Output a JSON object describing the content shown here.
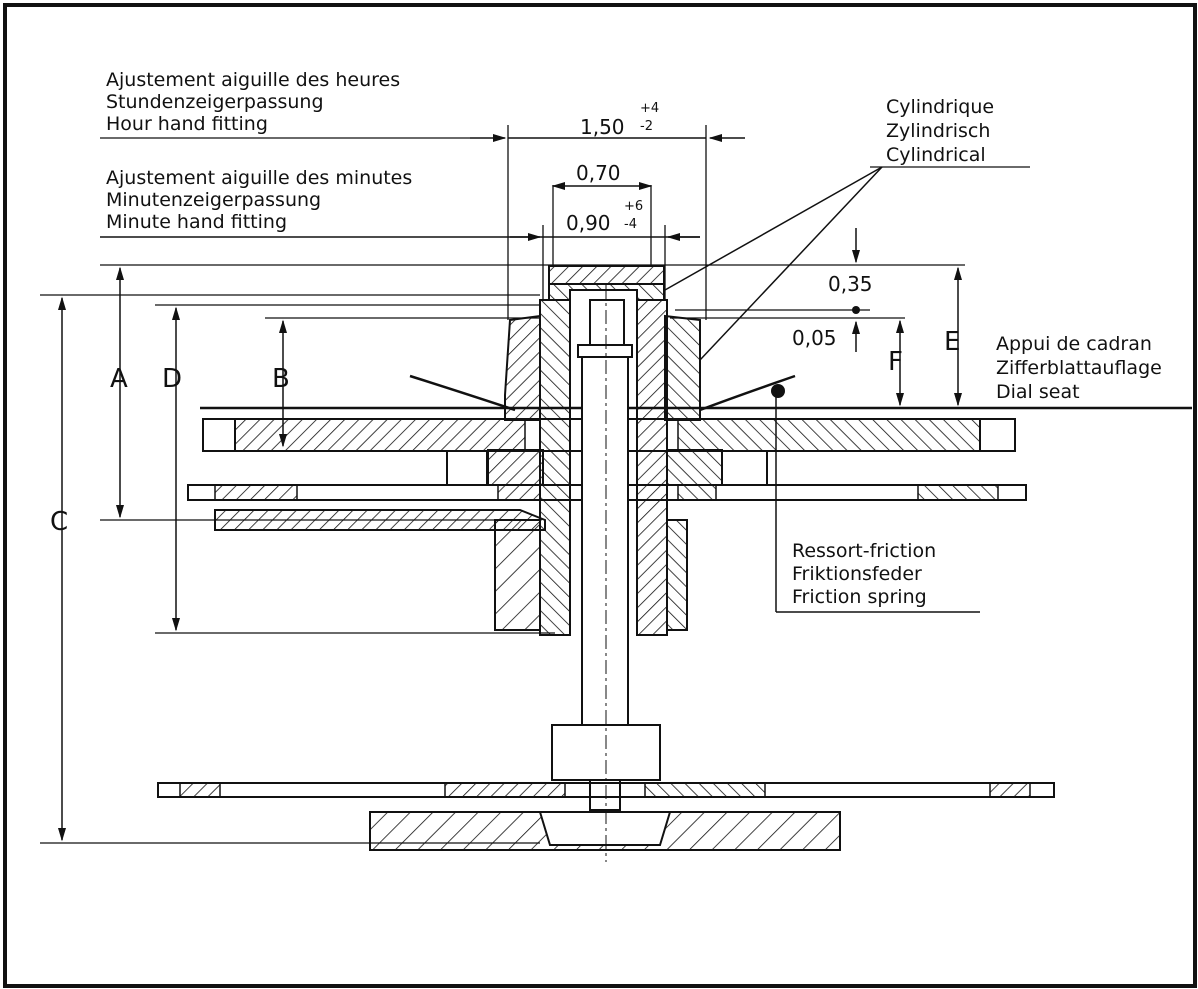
{
  "hour_fitting": {
    "fr": "Ajustement aiguille des heures",
    "de": "Stundenzeigerpassung",
    "en": "Hour hand fitting",
    "dim_main": "1,50",
    "dim_plus": "+4",
    "dim_minus": "-2"
  },
  "minute_fitting": {
    "fr": "Ajustement aiguille des minutes",
    "de": "Minutenzeigerpassung",
    "en": "Minute hand fitting",
    "dim_top": "0,70",
    "dim_main": "0,90",
    "dim_plus": "+6",
    "dim_minus": "-4"
  },
  "cylindrical": {
    "fr": "Cylindrique",
    "de": "Zylindrisch",
    "en": "Cylindrical"
  },
  "dial_seat": {
    "fr": "Appui de cadran",
    "de": "Zifferblattauflage",
    "en": "Dial seat"
  },
  "friction_spring": {
    "fr": "Ressort-friction",
    "de": "Friktionsfeder",
    "en": "Friction spring"
  },
  "dims": {
    "d035": "0,35",
    "d005": "0,05"
  },
  "letters": {
    "A": "A",
    "B": "B",
    "C": "C",
    "D": "D",
    "E": "E",
    "F": "F"
  }
}
